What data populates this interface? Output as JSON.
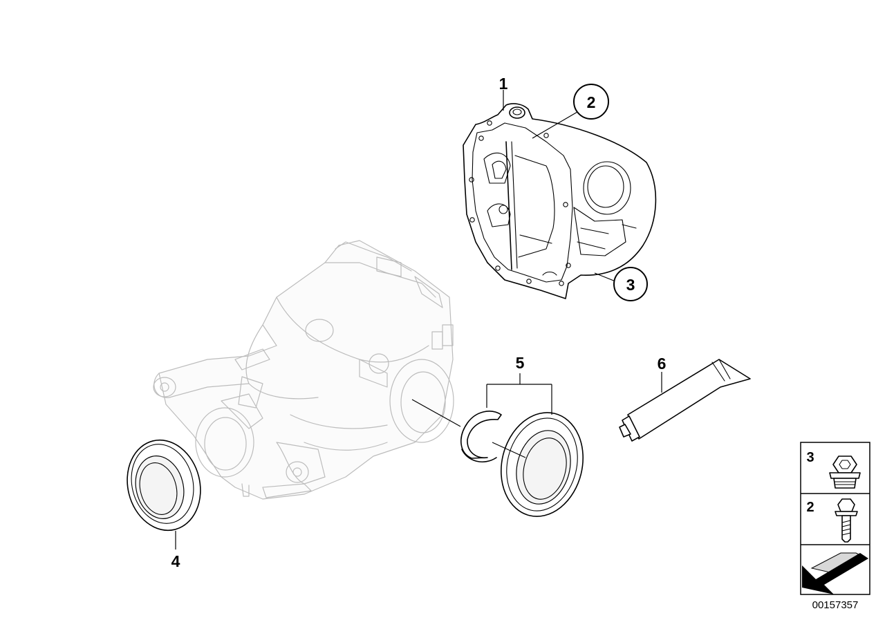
{
  "callouts": {
    "c1": "1",
    "c2": "2",
    "c3": "3",
    "c4": "4",
    "c5": "5",
    "c6": "6"
  },
  "legend": {
    "item_3": "3",
    "item_2": "2"
  },
  "diagram_number": "00157357"
}
